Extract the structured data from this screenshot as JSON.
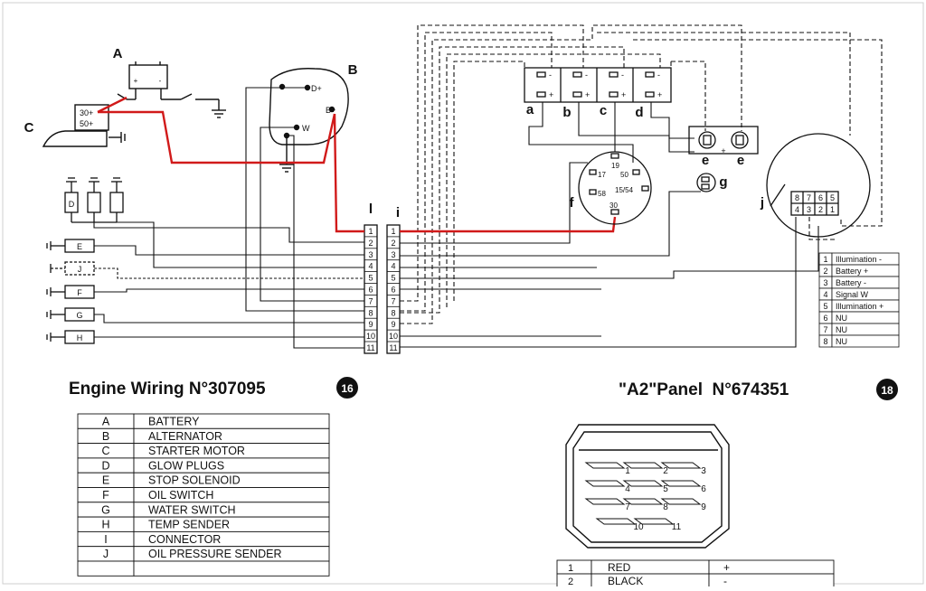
{
  "labels": {
    "A": "A",
    "B": "B",
    "C": "C",
    "D": "D",
    "E": "E",
    "F": "F",
    "G": "G",
    "H": "H",
    "J": "J",
    "l": "l",
    "i": "i",
    "a": "a",
    "b": "b",
    "c": "c",
    "d": "d",
    "e": "e",
    "f": "f",
    "g": "g",
    "j": "j"
  },
  "starter": {
    "t30": "30+",
    "t50": "50+"
  },
  "alternator": {
    "dplus": "D+",
    "bplus": "B+",
    "w": "W"
  },
  "switch_terminals": {
    "t19": "19",
    "t17": "17",
    "t50": "50",
    "t58": "58",
    "t1554": "15/54",
    "t30": "30"
  },
  "connector_pins": [
    "1",
    "2",
    "3",
    "4",
    "5",
    "6",
    "7",
    "8",
    "9",
    "10",
    "11"
  ],
  "gauge_pins": {
    "top": [
      "8",
      "7",
      "6",
      "5"
    ],
    "bottom": [
      "4",
      "3",
      "2",
      "1"
    ]
  },
  "gauge_legend": [
    {
      "n": "1",
      "t": "Illumination -"
    },
    {
      "n": "2",
      "t": "Battery +"
    },
    {
      "n": "3",
      "t": "Battery -"
    },
    {
      "n": "4",
      "t": "Signal W"
    },
    {
      "n": "5",
      "t": "Illumination +"
    },
    {
      "n": "6",
      "t": "NU"
    },
    {
      "n": "7",
      "t": "NU"
    },
    {
      "n": "8",
      "t": "NU"
    }
  ],
  "titles": {
    "engine": "Engine Wiring N°307095",
    "engine_badge": "16",
    "panel": "\"A2\"Panel  N°674351",
    "panel_badge": "18"
  },
  "legend": [
    {
      "k": "A",
      "v": "BATTERY"
    },
    {
      "k": "B",
      "v": "ALTERNATOR"
    },
    {
      "k": "C",
      "v": "STARTER MOTOR"
    },
    {
      "k": "D",
      "v": "GLOW PLUGS"
    },
    {
      "k": "E",
      "v": "STOP SOLENOID"
    },
    {
      "k": "F",
      "v": "OIL SWITCH"
    },
    {
      "k": "G",
      "v": "WATER SWITCH"
    },
    {
      "k": "H",
      "v": "TEMP SENDER"
    },
    {
      "k": "I",
      "v": "CONNECTOR"
    },
    {
      "k": "J",
      "v": "OIL PRESSURE SENDER"
    }
  ],
  "plug_numbers": [
    "1",
    "2",
    "3",
    "4",
    "5",
    "6",
    "7",
    "8",
    "9",
    "10",
    "11"
  ],
  "color_table": [
    {
      "n": "1",
      "c": "RED",
      "s": "+"
    },
    {
      "n": "2",
      "c": "BLACK",
      "s": "-"
    }
  ],
  "battery_marks": {
    "plus": "+",
    "minus": "-"
  },
  "colors": {
    "wire": "#111111",
    "hot": "#d11a1a",
    "paper": "#ffffff"
  }
}
